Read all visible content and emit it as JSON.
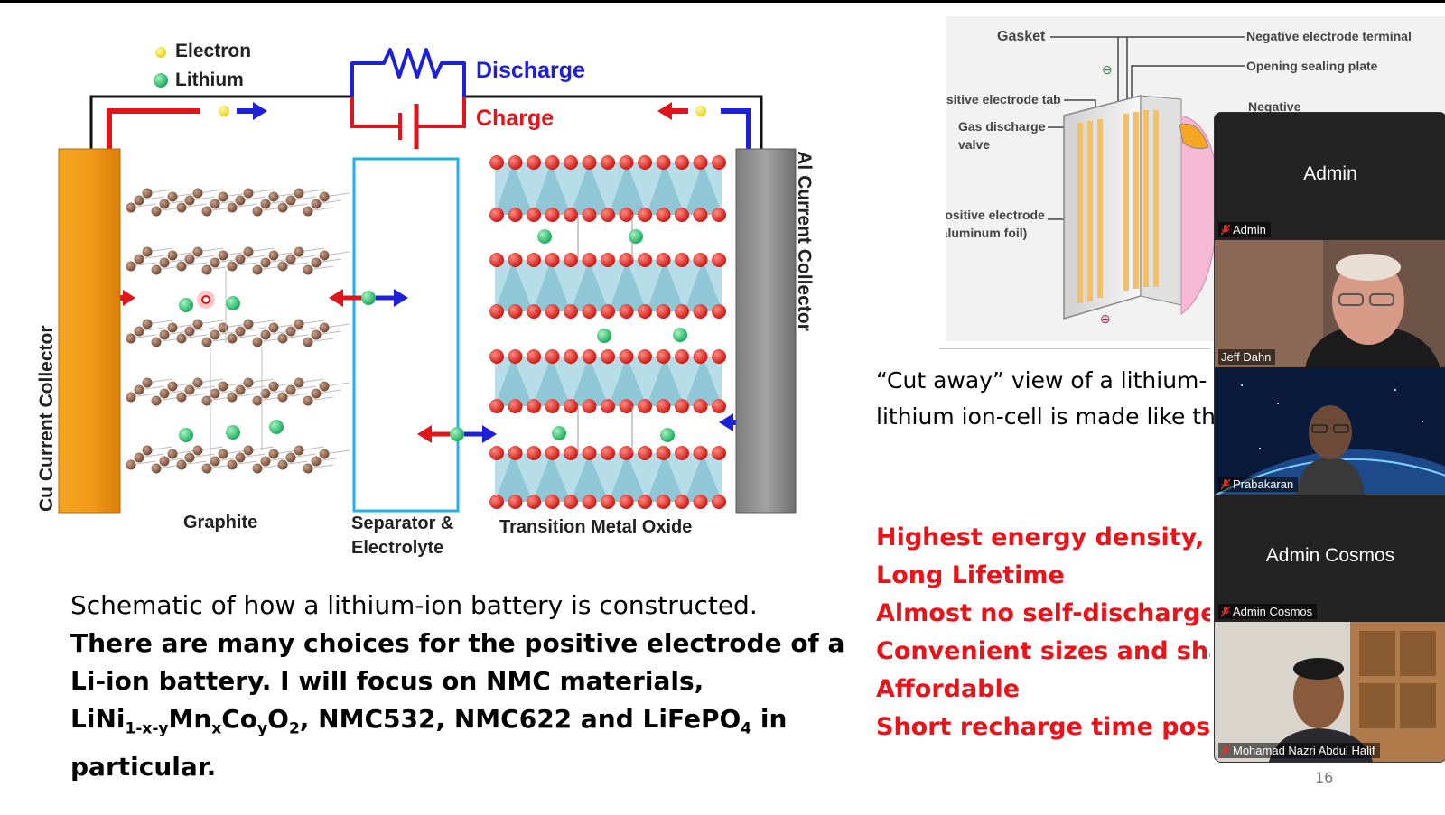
{
  "slide": {
    "legend": {
      "electron": "Electron",
      "lithium": "Lithium"
    },
    "circuit": {
      "discharge": "Discharge",
      "charge": "Charge"
    },
    "collectors": {
      "left": "Cu Current Collector",
      "right": "Al Current Collector"
    },
    "regions": {
      "graphite": "Graphite",
      "separator_line1": "Separator &",
      "separator_line2": "Electrolyte",
      "oxide": "Transition Metal Oxide"
    },
    "body": {
      "line1": "Schematic of how a lithium-ion battery is constructed.",
      "line2": "There are many choices for the positive electrode of a",
      "line3": "Li-ion battery.  I will focus on NMC materials,",
      "formula_li": "LiNi",
      "formula_sub1": "1-x-y",
      "formula_mn": "Mn",
      "formula_sub2": "x",
      "formula_co": "Co",
      "formula_sub3": "y",
      "formula_o": "O",
      "formula_sub4": "2",
      "formula_after": ",  NMC532, NMC622 and LiFePO",
      "formula_sub5": "4",
      "formula_tail": " in",
      "line5": "particular."
    },
    "cell_diagram": {
      "gasket": "Gasket",
      "negative_terminal": "Negative electrode terminal",
      "opening_plate": "Opening sealing plate",
      "positive_tab": "Positive electrode tab",
      "gas_valve_1": "Gas discharge",
      "gas_valve_2": "valve",
      "positive_electrode_1": "Positive electrode",
      "positive_electrode_2": "(aluminum foil)",
      "negative_partial": "Negative",
      "plus_sign": "⊕",
      "minus_sign": "⊖"
    },
    "caption": {
      "line1_quote": "“Cut away” view of a lithium-",
      "line2": "lithium ion-cell is made like th"
    },
    "features": [
      "Highest energy density, E",
      "Long Lifetime",
      "Almost no self-discharge",
      "Convenient sizes and sha",
      "Affordable",
      "Short recharge time possi"
    ],
    "page_number": "16"
  },
  "participants": [
    {
      "display": "Admin",
      "tag": "Admin",
      "video": false,
      "muted": true
    },
    {
      "display": "",
      "tag": "Jeff Dahn",
      "video": true,
      "muted": false,
      "speaking": true
    },
    {
      "display": "",
      "tag": "Prabakaran",
      "video": true,
      "muted": true
    },
    {
      "display": "Admin Cosmos",
      "tag": "Admin Cosmos",
      "video": false,
      "muted": true
    },
    {
      "display": "",
      "tag": "Mohamad Nazri Abdul Halif",
      "video": true,
      "muted": true
    }
  ],
  "colors": {
    "charge_red": "#e2141b",
    "discharge_blue": "#1e20d8",
    "lithium_green": "#1fc46a",
    "electron_yellow": "#f4e31c",
    "cu_orange": "#f39a1a",
    "al_gray": "#8f8f8f",
    "separator_cyan": "#22b0e6",
    "feature_red": "#e8141a",
    "speaking_green": "#3cd64b"
  }
}
